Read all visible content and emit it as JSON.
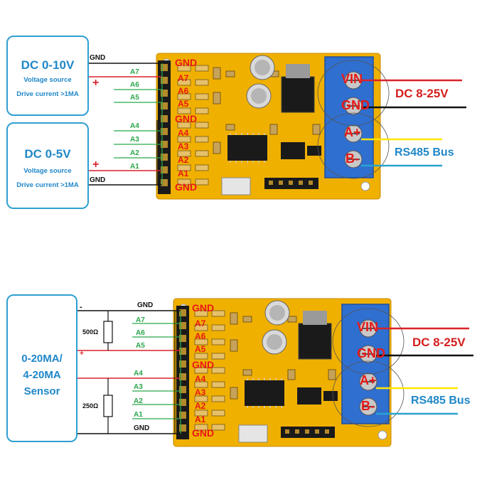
{
  "colors": {
    "blue_text": "#1f87c8",
    "box_border": "#2f9fd2",
    "board": "#f0b000",
    "red_label": "#e81818",
    "green_wire": "#29a64a",
    "red_wire": "#d9222a",
    "black_wire": "#111111",
    "yellow_wire": "#ffe600",
    "cyan_wire": "#2aa3cf",
    "dc_red": "#d41e1e"
  },
  "top": {
    "source_10v": {
      "title": "DC 0-10V",
      "line1": "Voltage source",
      "line2": "Drive current >1MA"
    },
    "source_5v": {
      "title": "DC 0-5V",
      "line1": "Voltage source",
      "line2": "Drive current >1MA"
    },
    "gnd_top": "GND",
    "gnd_bottom": "GND",
    "plus_top": "+",
    "plus_bottom": "+",
    "inputs_high": [
      "A7",
      "A6",
      "A5"
    ],
    "inputs_low": [
      "A4",
      "A3",
      "A2",
      "A1"
    ]
  },
  "bottom": {
    "sensor": {
      "line1": "0-20MA/",
      "line2": "4-20MA",
      "line3": "Sensor"
    },
    "resistor_1": "500Ω",
    "resistor_2": "250Ω",
    "minus": "-",
    "plus": "+",
    "gnd_top": "GND",
    "gnd_bottom": "GND",
    "inputs_high": [
      "A7",
      "A6",
      "A5"
    ],
    "inputs_low": [
      "A4",
      "A3",
      "A2",
      "A1"
    ]
  },
  "board": {
    "header_labels": [
      "GND",
      "A7",
      "A6",
      "A5",
      "GND",
      "A4",
      "A3",
      "A2",
      "A1",
      "GND"
    ],
    "terminal_labels": [
      "VIN",
      "GND",
      "A+",
      "B-"
    ],
    "power": "DC 8-25V",
    "bus": "RS485 Bus"
  }
}
